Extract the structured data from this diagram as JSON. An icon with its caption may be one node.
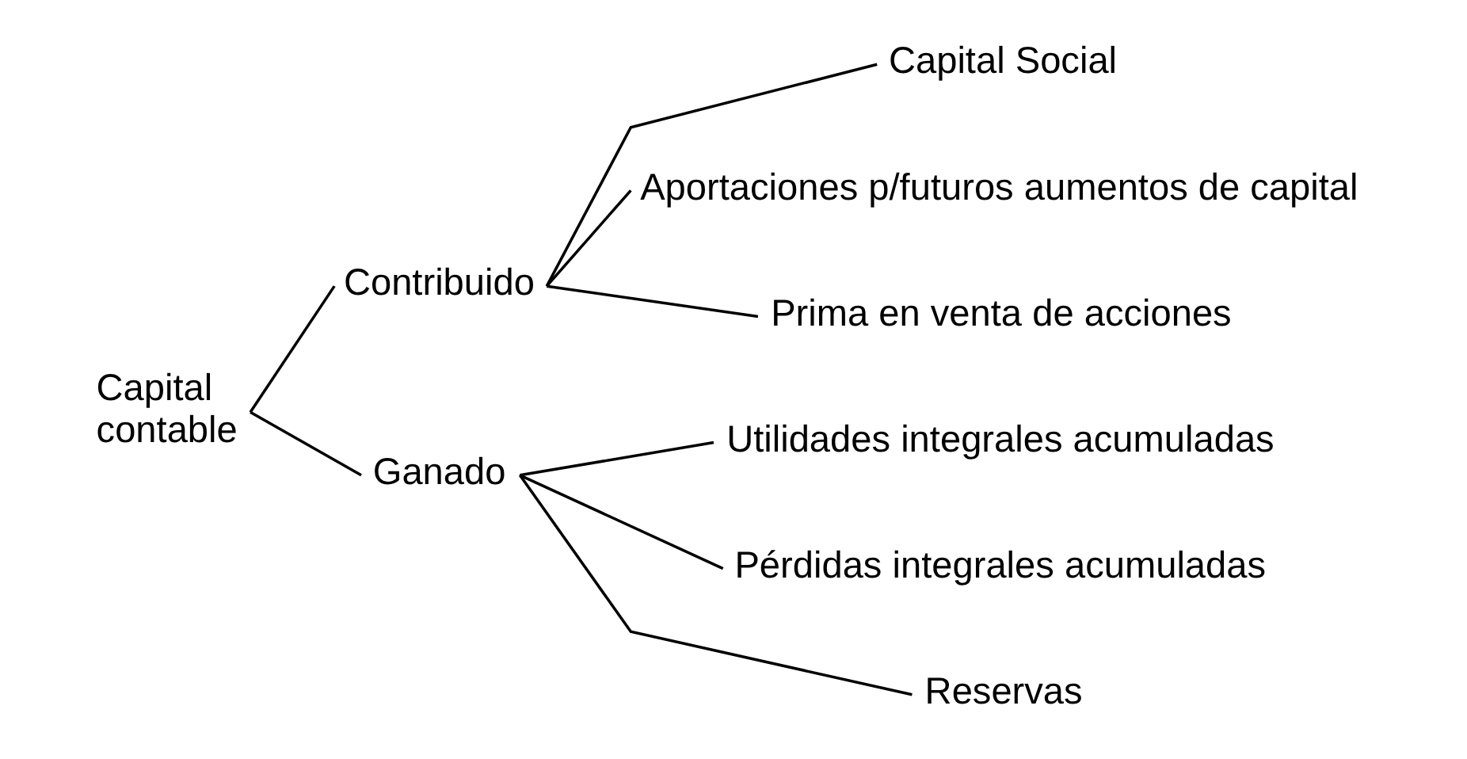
{
  "diagram": {
    "nodes": [
      {
        "text": [
          "Capital contable"
        ]
      },
      {
        "text": [
          "Contribuido"
        ]
      },
      {
        "text": [
          "Ganado"
        ]
      },
      {
        "text": [
          "Capital Social"
        ]
      },
      {
        "text": [
          "Aportaciones p/futuros aumentos de capital"
        ]
      },
      {
        "text": [
          "Prima en venta de acciones"
        ]
      },
      {
        "text": [
          "Utilidades integrales acumuladas"
        ]
      },
      {
        "text": [
          "Pérdidas integrales acumuladas"
        ]
      },
      {
        "text": [
          "Reservas"
        ]
      }
    ],
    "edges": [
      {
        "from": 0,
        "to": 1,
        "arrow": "none"
      },
      {
        "from": 0,
        "to": 2,
        "arrow": "none"
      },
      {
        "from": 1,
        "to": 3,
        "arrow": "none"
      },
      {
        "from": 1,
        "to": 4,
        "arrow": "none"
      },
      {
        "from": 1,
        "to": 5,
        "arrow": "none"
      },
      {
        "from": 2,
        "to": 6,
        "arrow": "none"
      },
      {
        "from": 2,
        "to": 7,
        "arrow": "none"
      },
      {
        "from": 2,
        "to": 8,
        "arrow": "none"
      }
    ]
  }
}
